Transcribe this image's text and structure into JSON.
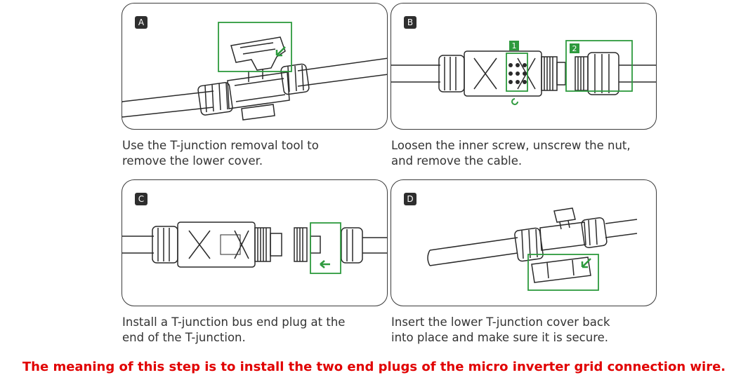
{
  "colors": {
    "accent_green": "#2e9a3e",
    "note_red": "#e10000",
    "line": "#2a2a2a",
    "caption": "#333333"
  },
  "steps": [
    {
      "badge": "A",
      "caption_line1": "Use the T-junction removal tool to",
      "caption_line2": "remove the lower cover."
    },
    {
      "badge": "B",
      "caption_line1": "Loosen the inner screw, unscrew the nut,",
      "caption_line2": "and remove the cable.",
      "markers": [
        "1",
        "2"
      ]
    },
    {
      "badge": "C",
      "caption_line1": "Install a T-junction bus end plug at the",
      "caption_line2": "end of the T-junction."
    },
    {
      "badge": "D",
      "caption_line1": "Insert the lower T-junction cover back",
      "caption_line2": "into place and make sure it is secure."
    }
  ],
  "note": "The meaning of this step is to install the two end plugs of the micro inverter grid connection wire."
}
